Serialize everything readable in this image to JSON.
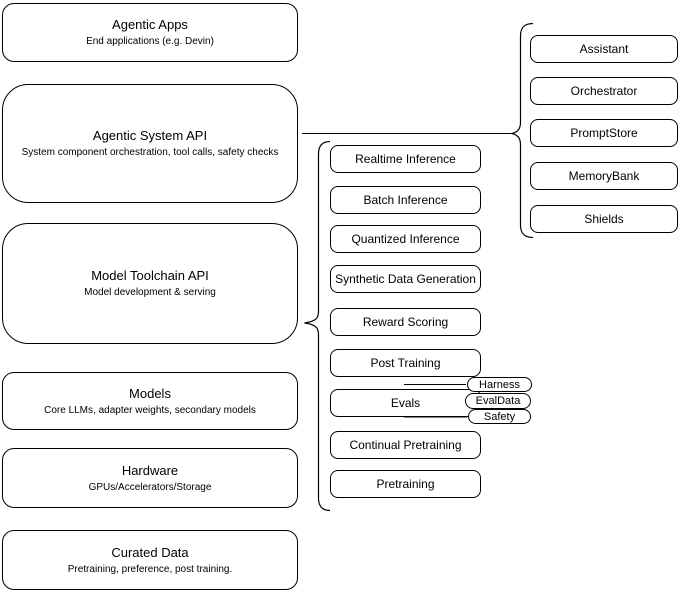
{
  "diagram": {
    "title": "Agentic system stack diagram",
    "left_stack": [
      {
        "title": "Agentic Apps",
        "subtitle": "End applications (e.g. Devin)"
      },
      {
        "title": "Agentic System API",
        "subtitle": "System component orchestration, tool calls, safety checks"
      },
      {
        "title": "Model Toolchain API",
        "subtitle": "Model development & serving"
      },
      {
        "title": "Models",
        "subtitle": "Core LLMs, adapter weights, secondary models"
      },
      {
        "title": "Hardware",
        "subtitle": "GPUs/Accelerators/Storage"
      },
      {
        "title": "Curated Data",
        "subtitle": "Pretraining, preference, post training."
      }
    ],
    "toolchain_components": [
      "Realtime Inference",
      "Batch Inference",
      "Quantized Inference",
      "Synthetic Data Generation",
      "Reward Scoring",
      "Post Training",
      "Evals",
      "Continual Pretraining",
      "Pretraining"
    ],
    "system_components": [
      "Assistant",
      "Orchestrator",
      "PromptStore",
      "MemoryBank",
      "Shields"
    ],
    "eval_tags": [
      "Harness",
      "EvalData",
      "Safety"
    ],
    "colors": {
      "stroke": "#000000",
      "fill": "#ffffff",
      "text": "#000000"
    }
  }
}
